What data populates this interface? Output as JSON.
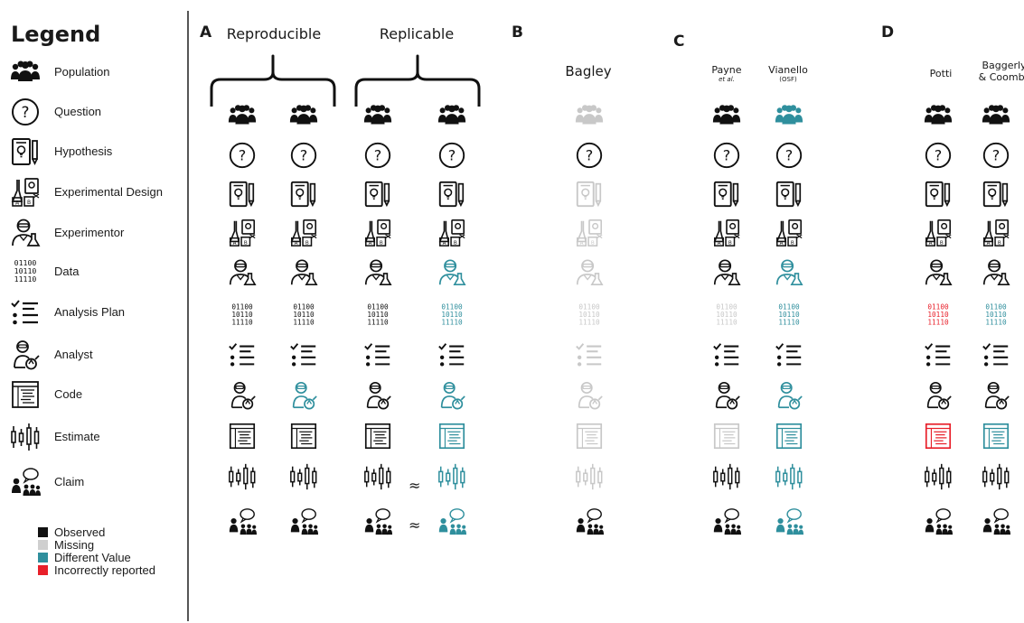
{
  "legend": {
    "title": "Legend",
    "items": [
      {
        "icon": "population-icon",
        "label": "Population"
      },
      {
        "icon": "question-icon",
        "label": "Question"
      },
      {
        "icon": "hypothesis-icon",
        "label": "Hypothesis"
      },
      {
        "icon": "experimental-design-icon",
        "label": "Experimental Design"
      },
      {
        "icon": "experimentor-icon",
        "label": "Experimentor"
      },
      {
        "icon": "data-icon",
        "label": "Data"
      },
      {
        "icon": "analysis-plan-icon",
        "label": "Analysis Plan"
      },
      {
        "icon": "analyst-icon",
        "label": "Analyst"
      },
      {
        "icon": "code-icon",
        "label": "Code"
      },
      {
        "icon": "estimate-icon",
        "label": "Estimate"
      },
      {
        "icon": "claim-icon",
        "label": "Claim"
      }
    ],
    "status_key": [
      {
        "status": "observed",
        "label": "Observed",
        "color": "#111111"
      },
      {
        "status": "missing",
        "label": "Missing",
        "color": "#cfcfcf"
      },
      {
        "status": "different",
        "label": "Different Value",
        "color": "#2f8f9d"
      },
      {
        "status": "incorrect",
        "label": "Incorrectly reported",
        "color": "#e8202a"
      }
    ]
  },
  "data_bits": [
    "01100",
    "10110",
    "11110"
  ],
  "approx_symbol": "≈",
  "panels": {
    "A": {
      "letter": "A",
      "groups": [
        {
          "label": "Reproducible"
        },
        {
          "label": "Replicable"
        }
      ]
    },
    "B": {
      "letter": "B",
      "columns": [
        {
          "name": "Bagley",
          "sub": ""
        }
      ]
    },
    "C": {
      "letter": "C",
      "columns": [
        {
          "name": "Payne",
          "sub": "et al."
        },
        {
          "name": "Vianello",
          "sub": "(OSF)"
        }
      ]
    },
    "D": {
      "letter": "D",
      "columns": [
        {
          "name": "Potti",
          "sub": ""
        },
        {
          "name": "Baggerly",
          "sub": "& Coombs"
        }
      ]
    }
  },
  "grid": {
    "rows": [
      "population",
      "question",
      "hypothesis",
      "experimental-design",
      "experimentor",
      "data",
      "analysis-plan",
      "analyst",
      "code",
      "estimate",
      "claim"
    ],
    "columns": [
      {
        "id": "a1",
        "statuses": [
          "observed",
          "observed",
          "observed",
          "observed",
          "observed",
          "observed",
          "observed",
          "observed",
          "observed",
          "observed",
          "observed"
        ]
      },
      {
        "id": "a2",
        "statuses": [
          "observed",
          "observed",
          "observed",
          "observed",
          "observed",
          "observed",
          "observed",
          "different",
          "observed",
          "observed",
          "observed"
        ]
      },
      {
        "id": "a3",
        "statuses": [
          "observed",
          "observed",
          "observed",
          "observed",
          "observed",
          "observed",
          "observed",
          "observed",
          "observed",
          "observed",
          "observed"
        ]
      },
      {
        "id": "a4",
        "statuses": [
          "observed",
          "observed",
          "observed",
          "observed",
          "different",
          "different",
          "observed",
          "different",
          "different",
          "different",
          "different"
        ]
      },
      {
        "id": "bagley",
        "statuses": [
          "missing",
          "observed",
          "missing",
          "missing",
          "missing",
          "missing",
          "missing",
          "missing",
          "missing",
          "missing",
          "observed"
        ]
      },
      {
        "id": "payne",
        "statuses": [
          "observed",
          "observed",
          "observed",
          "observed",
          "observed",
          "missing",
          "observed",
          "observed",
          "missing",
          "observed",
          "observed"
        ]
      },
      {
        "id": "vianello",
        "statuses": [
          "different",
          "observed",
          "observed",
          "observed",
          "different",
          "different",
          "observed",
          "different",
          "different",
          "different",
          "different"
        ]
      },
      {
        "id": "potti",
        "statuses": [
          "observed",
          "observed",
          "observed",
          "observed",
          "observed",
          "incorrect",
          "observed",
          "observed",
          "incorrect",
          "observed",
          "observed"
        ]
      },
      {
        "id": "baggerly",
        "statuses": [
          "observed",
          "observed",
          "observed",
          "observed",
          "observed",
          "different",
          "observed",
          "observed",
          "different",
          "observed",
          "observed"
        ]
      }
    ]
  }
}
